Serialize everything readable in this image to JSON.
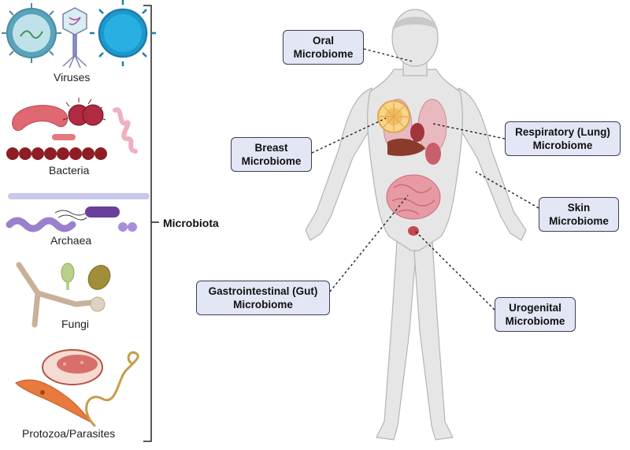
{
  "groups": {
    "viruses": "Viruses",
    "bacteria": "Bacteria",
    "archaea": "Archaea",
    "fungi": "Fungi",
    "protozoa": "Protozoa/Parasites"
  },
  "bracket_label": "Microbiota",
  "sites": {
    "oral": [
      "Oral",
      "Microbiome"
    ],
    "breast": [
      "Breast",
      "Microbiome"
    ],
    "respiratory": [
      "Respiratory (Lung)",
      "Microbiome"
    ],
    "skin": [
      "Skin",
      "Microbiome"
    ],
    "gut": [
      "Gastrointestinal (Gut)",
      "Microbiome"
    ],
    "urogenital": [
      "Urogenital",
      "Microbiome"
    ]
  },
  "colors": {
    "box_fill": "#e3e6f4",
    "box_border": "#3c3f55",
    "body_fill": "#e6e6e6",
    "body_stroke": "#b4b4b4"
  }
}
